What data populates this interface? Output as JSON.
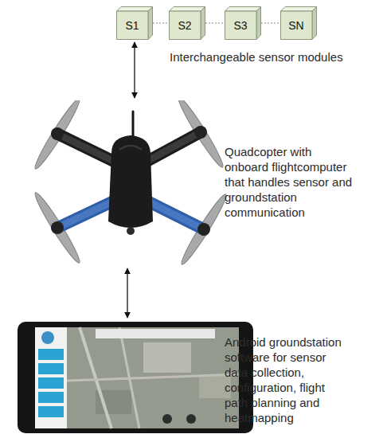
{
  "diagram": {
    "nodes": [
      {
        "text": [
          "S1"
        ]
      },
      {
        "text": [
          "S2"
        ]
      },
      {
        "text": [
          "S3"
        ]
      },
      {
        "text": [
          "SN"
        ]
      },
      {
        "text": [
          "Quadcopter with onboard flightcomputer that handles sensor and groundstation communication"
        ]
      },
      {
        "text": [
          "Android groundstation software for sensor data collection, configuration, flight path planning and heatmapping"
        ]
      }
    ],
    "edges": [
      {
        "from": 0,
        "to": 1,
        "arrow": "none"
      },
      {
        "from": 1,
        "to": 2,
        "arrow": "none"
      },
      {
        "from": 2,
        "to": 3,
        "arrow": "none"
      },
      {
        "from": 0,
        "to": 4,
        "arrow": "both"
      },
      {
        "from": 4,
        "to": 5,
        "arrow": "both"
      }
    ],
    "labels": [
      "Interchangeable sensor modules"
    ]
  }
}
